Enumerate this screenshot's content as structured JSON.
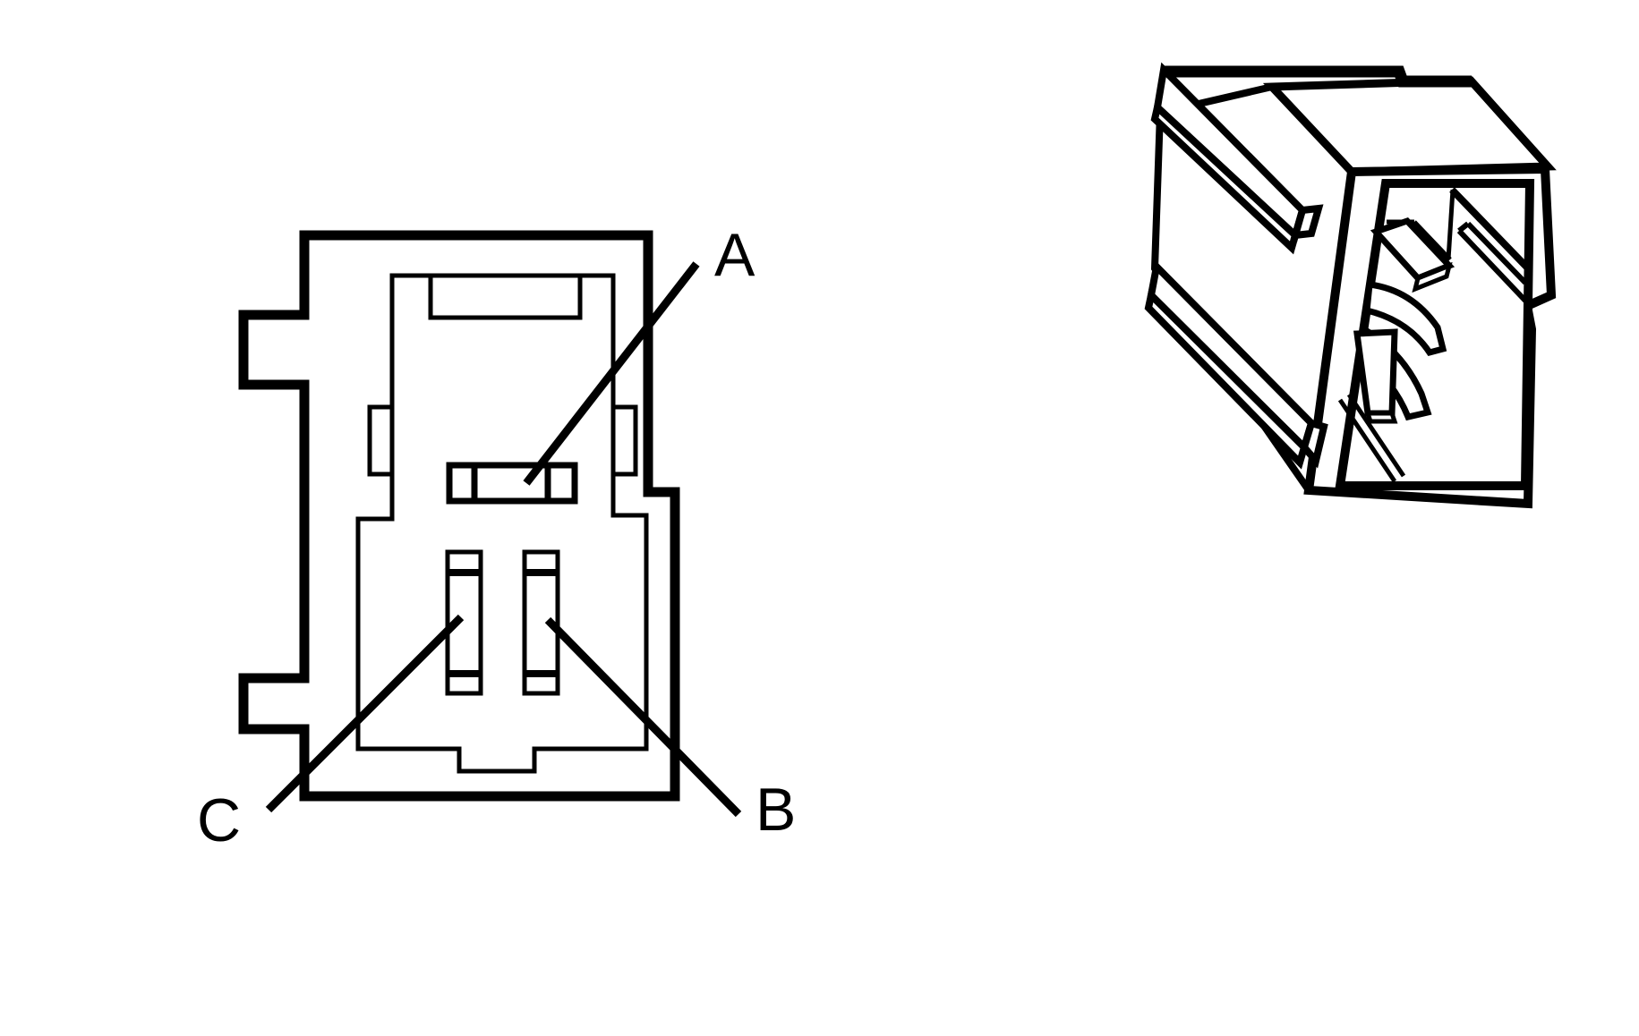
{
  "canvas": {
    "background_color": "#ffffff",
    "line_color": "#000000"
  },
  "front_view": {
    "labels": [
      {
        "id": "pin-a",
        "text": "A"
      },
      {
        "id": "pin-b",
        "text": "B"
      },
      {
        "id": "pin-c",
        "text": "C"
      }
    ]
  },
  "isometric_view": {
    "labels": []
  }
}
